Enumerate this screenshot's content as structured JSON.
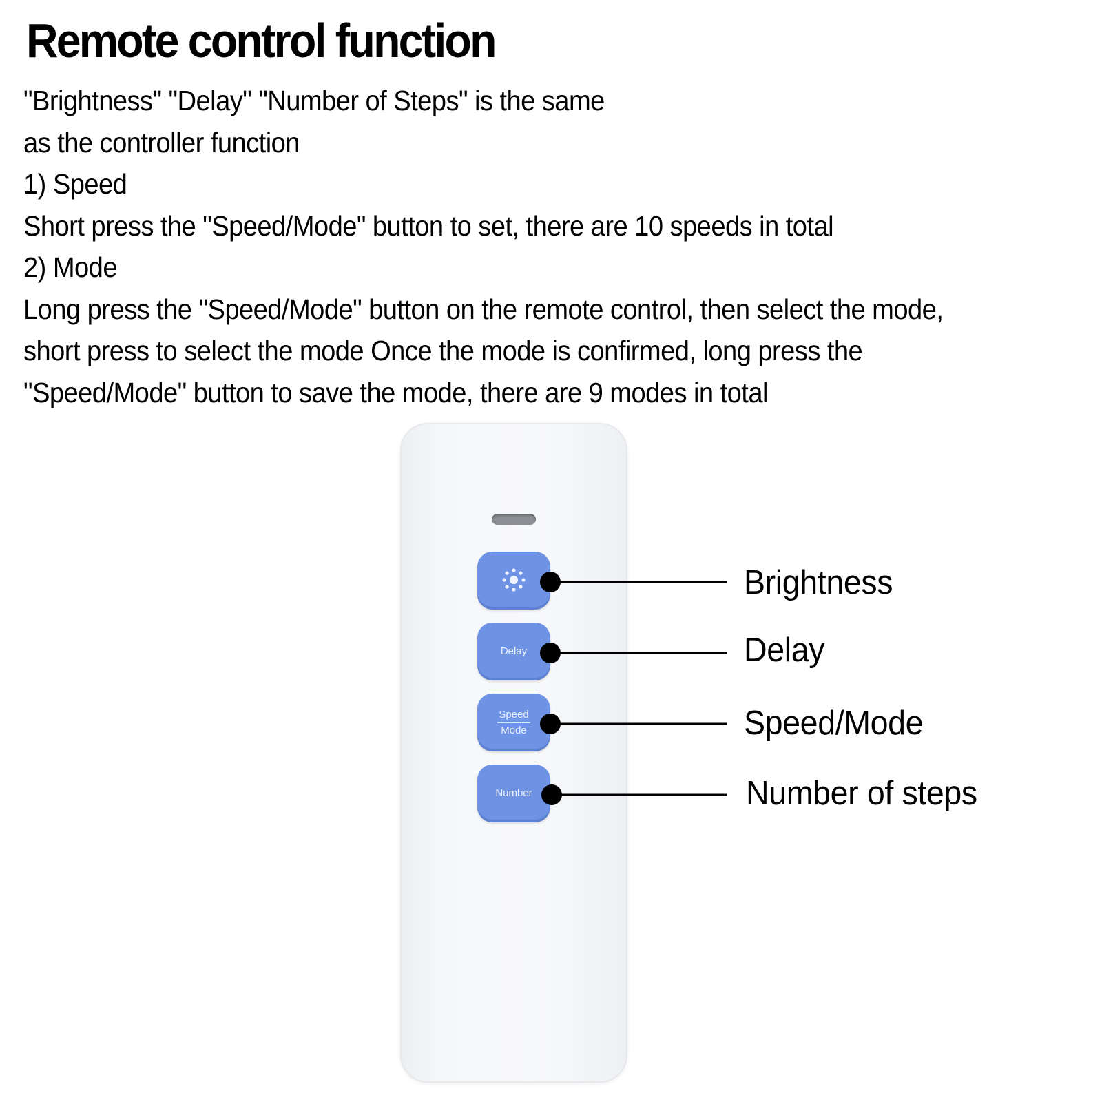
{
  "title": "Remote control function",
  "description": [
    "\"Brightness\" \"Delay\" \"Number of Steps\" is the same",
    "as the controller function",
    "1) Speed",
    "Short press the \"Speed/Mode\" button to set, there are 10 speeds in total",
    "2) Mode",
    "Long press the \"Speed/Mode\" button on the remote control, then select the mode,",
    "short press to select the mode Once the mode is confirmed, long press the",
    "\"Speed/Mode\" button to save the mode, there are 9 modes in total"
  ],
  "remote": {
    "buttons": {
      "brightness": {
        "icon": "sun-icon"
      },
      "delay": {
        "label": "Delay"
      },
      "speed_mode": {
        "label_top": "Speed",
        "label_bottom": "Mode"
      },
      "number": {
        "label": "Number"
      }
    },
    "colors": {
      "button": "#6f93e4",
      "body": "#f6f7f9",
      "led": "#8c9094"
    }
  },
  "callouts": {
    "brightness": "Brightness",
    "delay": "Delay",
    "speed_mode": "Speed/Mode",
    "number_of_steps": "Number of steps"
  }
}
